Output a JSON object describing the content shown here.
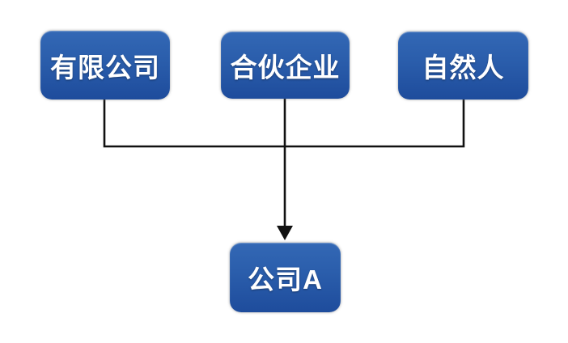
{
  "diagram": {
    "nodes": {
      "limited_company": {
        "label": "有限公司"
      },
      "partnership": {
        "label": "合伙企业"
      },
      "natural_person": {
        "label": "自然人"
      },
      "company_a": {
        "label": "公司A"
      }
    },
    "edges": [
      {
        "from": "有限公司",
        "to": "公司A"
      },
      {
        "from": "合伙企业",
        "to": "公司A"
      },
      {
        "from": "自然人",
        "to": "公司A"
      }
    ],
    "colors": {
      "node_fill_top": "#3368b5",
      "node_fill_bottom": "#1e4c9c",
      "node_text": "#ffffff",
      "connector": "#111111",
      "background": "#ffffff"
    }
  }
}
